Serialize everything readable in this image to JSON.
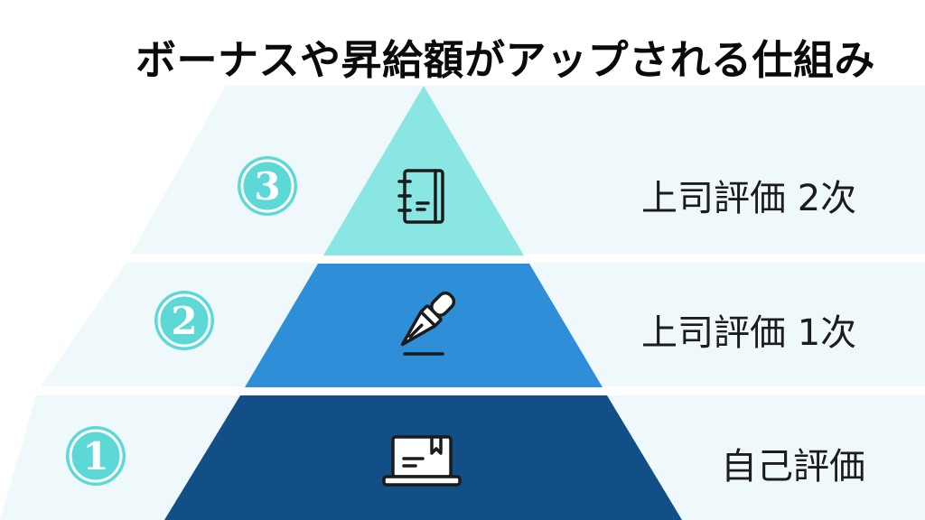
{
  "title": "ボーナスや昇給額がアップされる仕組み",
  "colors": {
    "band_background": "#eff8fa",
    "level_3": "#89e6e2",
    "level_2": "#2e8fd8",
    "level_1": "#124f86",
    "badge": "#5cd9d6",
    "icon_stroke": "#1b1b1b"
  },
  "levels": [
    {
      "rank": "3",
      "label": "上司評価 2次",
      "icon": "notebook-icon"
    },
    {
      "rank": "2",
      "label": "上司評価 1次",
      "icon": "fountain-pen-icon"
    },
    {
      "rank": "1",
      "label": "自己評価",
      "icon": "laptop-icon"
    }
  ]
}
